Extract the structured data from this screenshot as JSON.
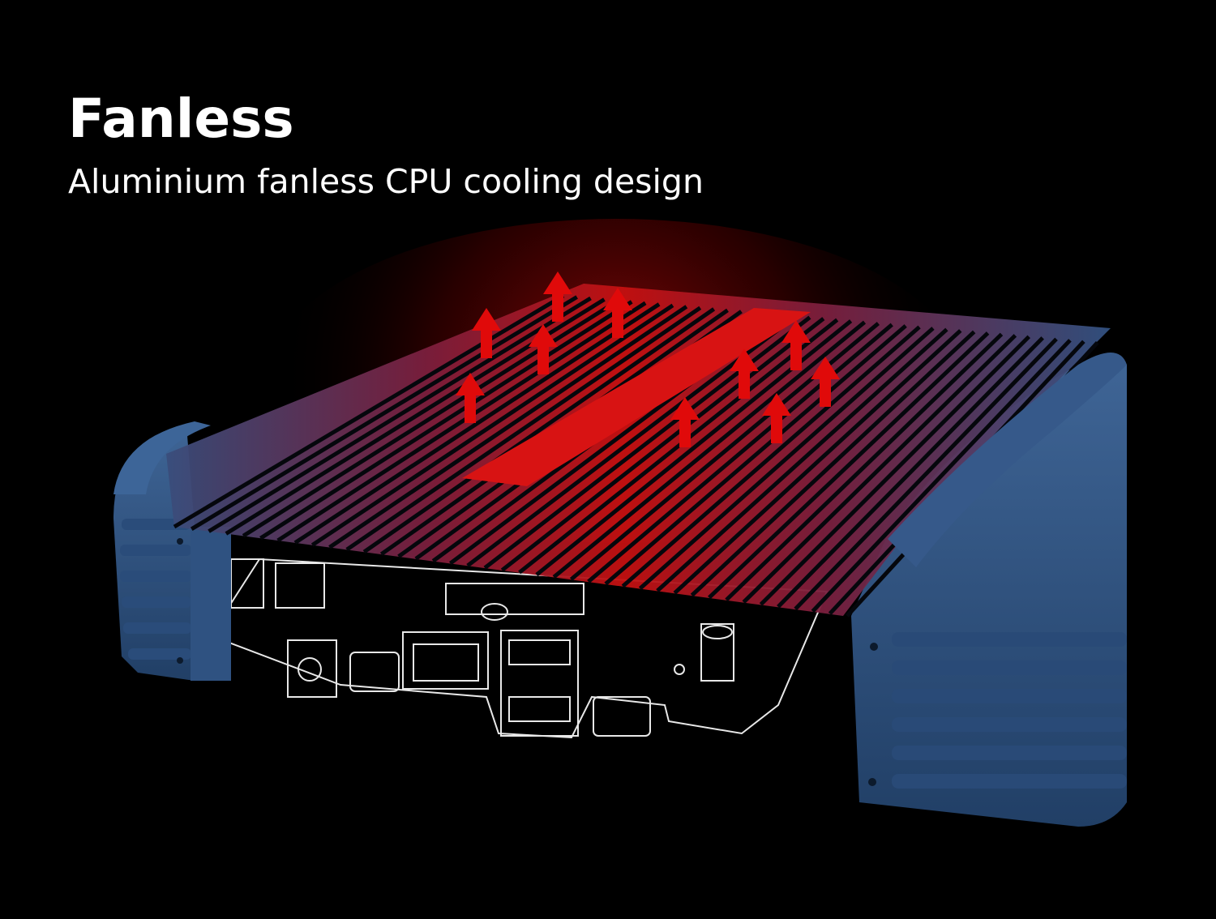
{
  "headline": "Fanless",
  "subline": "Aluminium fanless CPU cooling design",
  "colors": {
    "background": "#000000",
    "heat_red": "#e00a0a",
    "aluminium_blue": "#3b5f8e",
    "outline_white": "#ffffff"
  },
  "icons": {
    "heat_flow": "up-arrow-icon"
  },
  "heatsink": {
    "fin_count": 40,
    "arrow_count": 10
  }
}
